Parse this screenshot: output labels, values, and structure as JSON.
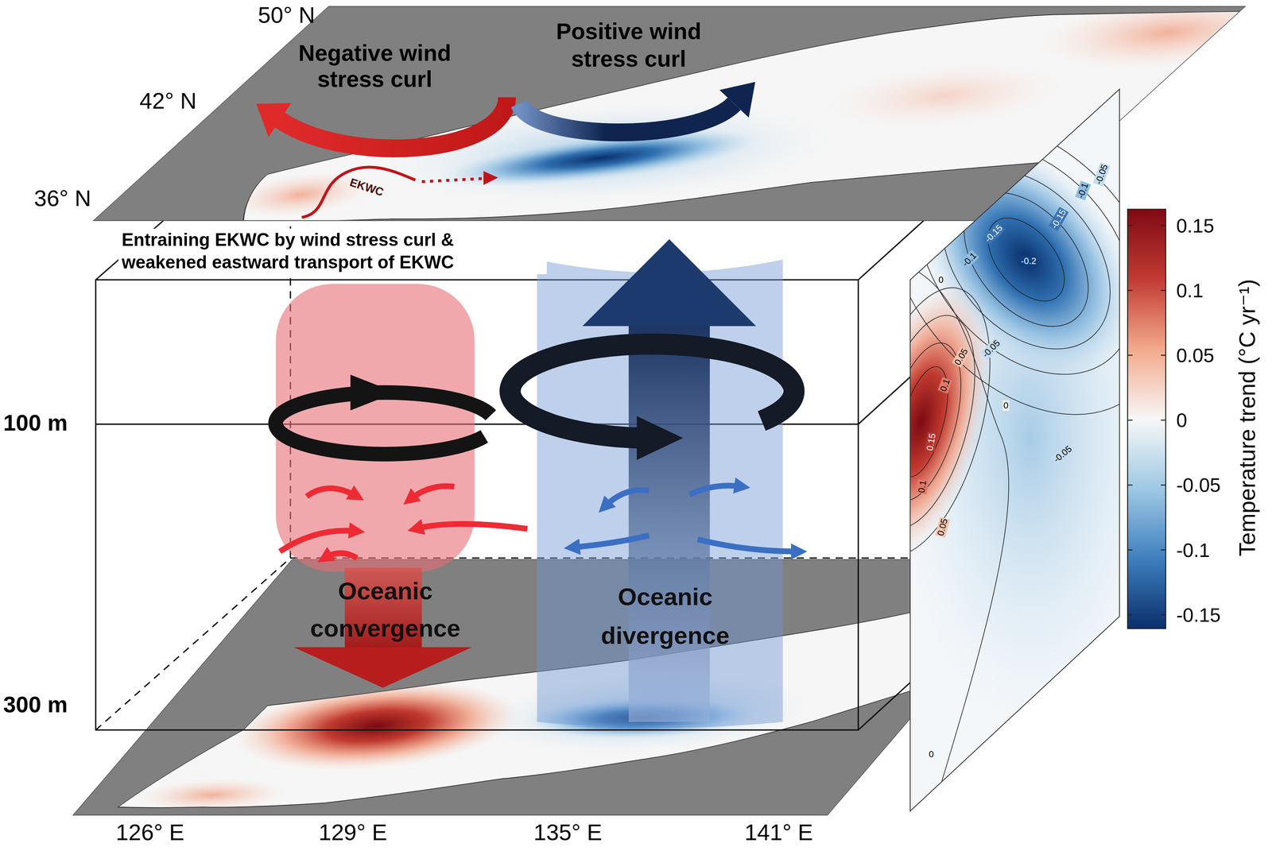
{
  "diagram": {
    "labels": [
      "50° N",
      "42° N",
      "36° N",
      "Negative wind stress curl",
      "Positive wind stress curl",
      "EKWC",
      "Entraining EKWC by wind stress curl & weakened eastward transport of EKWC",
      "100 m",
      "300 m",
      "Oceanic convergence",
      "Oceanic divergence",
      "126° E",
      "129° E",
      "135° E",
      "141° E",
      "0.15",
      "0.1",
      "0.05",
      "0",
      "-0.05",
      "-0.1",
      "-0.15",
      "Temperature trend (°C yr⁻¹)",
      "0",
      "-0.1",
      "-0.15",
      "-0.2",
      "-0.15",
      "-0.1",
      "-0.05",
      "-0.05",
      "0.05",
      "0.1",
      "0",
      "0.15",
      "0.1",
      "0.05",
      "-0.05",
      "0"
    ]
  }
}
